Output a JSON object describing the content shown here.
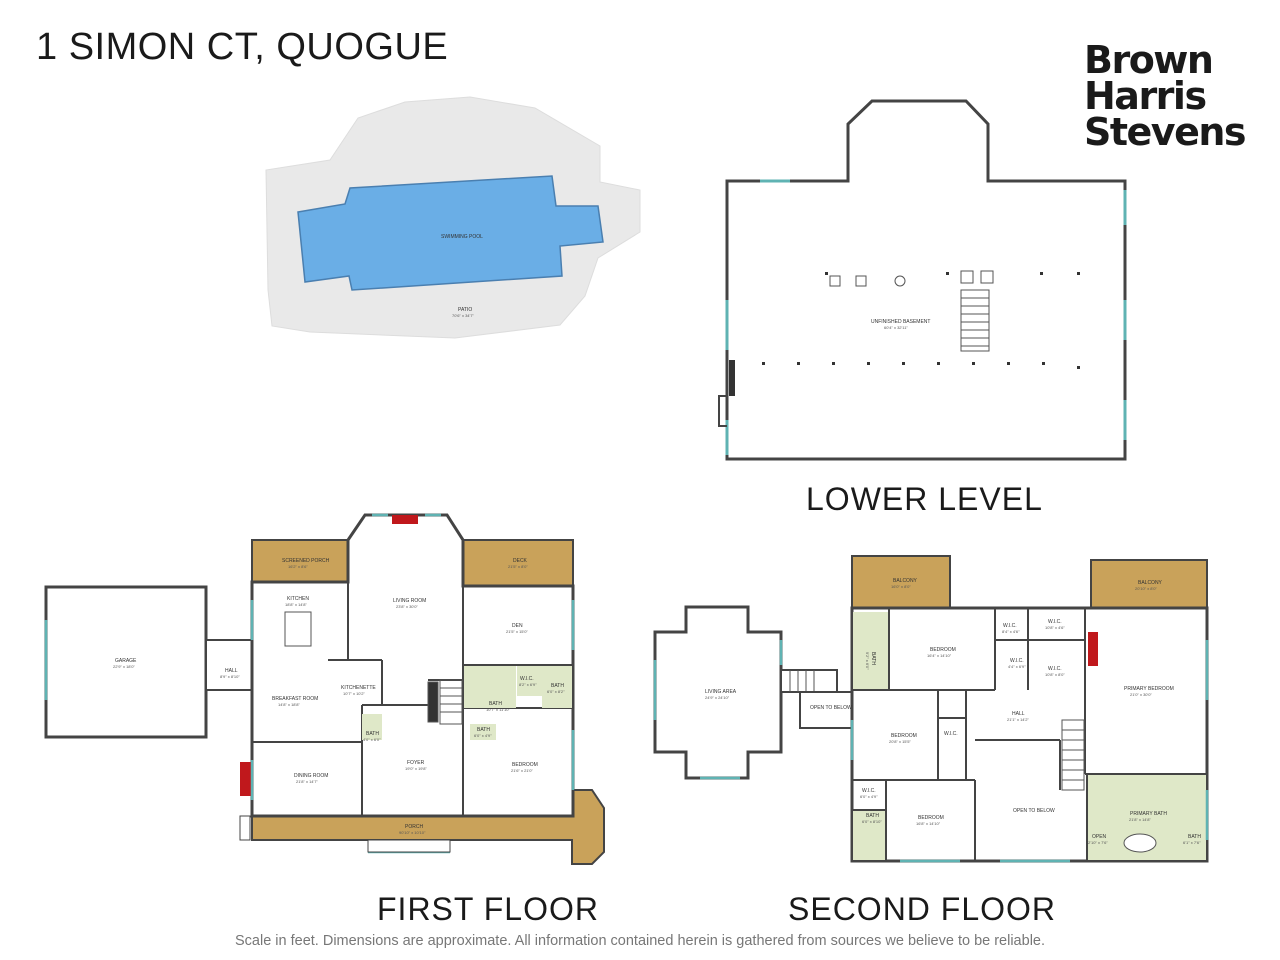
{
  "title": "1 SIMON CT, QUOGUE",
  "logo": {
    "line1": "Brown",
    "line2": "Harris",
    "line3": "Stevens"
  },
  "captions": {
    "lower_level": "LOWER LEVEL",
    "first_floor": "FIRST FLOOR",
    "second_floor": "SECOND FLOOR"
  },
  "disclaimer": "Scale in feet. Dimensions are approximate. All information contained herein is gathered from sources we believe to be reliable.",
  "colors": {
    "wall": "#444444",
    "deck": "#c9a25a",
    "bath": "#dfe8c8",
    "pool": "#6aaee6",
    "patio": "#e9e9e9",
    "window": "#5fb3b3",
    "fireplace": "#c0181c"
  },
  "pool_plan": {
    "pool_label": "SWIMMING POOL",
    "patio_label": "PATIO",
    "patio_dim": "70'6\" x 34'7\""
  },
  "lower_plan": {
    "basement_label": "UNFINISHED BASEMENT",
    "basement_dim": "60'4\" x 32'11\""
  },
  "first_plan": {
    "garage": {
      "label": "GARAGE",
      "dim": "22'9\" x 18'0\""
    },
    "hall": {
      "label": "HALL",
      "dim": "8'9\" x 8'10\""
    },
    "screened_porch": {
      "label": "SCREENED PORCH",
      "dim": "16'2\" x 8'6\""
    },
    "kitchen": {
      "label": "KITCHEN",
      "dim": "18'8\" x 14'8\""
    },
    "breakfast": {
      "label": "BREAKFAST ROOM",
      "dim": "14'8\" x 18'8\""
    },
    "living": {
      "label": "LIVING ROOM",
      "dim": "23'8\" x 30'0\""
    },
    "kitchenette": {
      "label": "KITCHENETTE",
      "dim": "10'7\" x 10'2\""
    },
    "deck": {
      "label": "DECK",
      "dim": "21'5\" x 8'0\""
    },
    "den": {
      "label": "DEN",
      "dim": "21'5\" x 15'0\""
    },
    "wic": {
      "label": "W.I.C.",
      "dim": "8'2\" x 6'9\""
    },
    "bath1": {
      "label": "BATH",
      "dim": "10'7\" x 11'10\""
    },
    "bath2": {
      "label": "BATH",
      "dim": "6'0\" x 8'2\""
    },
    "bath3": {
      "label": "BATH",
      "dim": "6'0\" x 4'9\""
    },
    "bath4": {
      "label": "BATH",
      "dim": "4'0\" x 6'0\""
    },
    "foyer": {
      "label": "FOYER",
      "dim": "19'0\" x 19'8\""
    },
    "dining": {
      "label": "DINING ROOM",
      "dim": "21'8\" x 14'7\""
    },
    "bedroom": {
      "label": "BEDROOM",
      "dim": "21'6\" x 21'0\""
    },
    "porch": {
      "label": "PORCH",
      "dim": "90'10\" x 10'10\""
    }
  },
  "second_plan": {
    "balcony1": {
      "label": "BALCONY",
      "dim": "16'0\" x 8'0\""
    },
    "balcony2": {
      "label": "BALCONY",
      "dim": "20'10\" x 8'0\""
    },
    "living_area": {
      "label": "LIVING AREA",
      "dim": "24'9\" x 24'10\""
    },
    "open_to_below1": {
      "label": "OPEN TO BELOW"
    },
    "bedroom1": {
      "label": "BEDROOM",
      "dim": "16'4\" x 14'10\""
    },
    "bath1": {
      "label": "BATH",
      "dim": "9'2\" x 6'0\""
    },
    "wic1": {
      "label": "W.I.C.",
      "dim": "8'4\" x 4'6\""
    },
    "wic2": {
      "label": "W.I.C.",
      "dim": "10'8\" x 4'6\""
    },
    "wic3": {
      "label": "W.I.C.",
      "dim": "4'4\" x 6'9\""
    },
    "wic4": {
      "label": "W.I.C.",
      "dim": "10'8\" x 8'0\""
    },
    "primary_bedroom": {
      "label": "PRIMARY BEDROOM",
      "dim": "21'0\" x 30'0\""
    },
    "hall": {
      "label": "HALL",
      "dim": "21'1\" x 14'2\""
    },
    "bedroom2": {
      "label": "BEDROOM",
      "dim": "20'8\" x 15'5\""
    },
    "wic5": {
      "label": "W.I.C.",
      "dim": ""
    },
    "wic6": {
      "label": "W.I.C.",
      "dim": "6'0\" x 4'9\""
    },
    "bath2": {
      "label": "BATH",
      "dim": "6'0\" x 8'10\""
    },
    "bedroom3": {
      "label": "BEDROOM",
      "dim": "16'8\" x 14'10\""
    },
    "open_to_below2": {
      "label": "OPEN TO BELOW"
    },
    "primary_bath": {
      "label": "PRIMARY BATH",
      "dim": "21'8\" x 14'8\""
    },
    "open": {
      "label": "OPEN",
      "dim": "2'10\" x 7'6\""
    },
    "bath3": {
      "label": "BATH",
      "dim": "6'1\" x 7'6\""
    }
  }
}
